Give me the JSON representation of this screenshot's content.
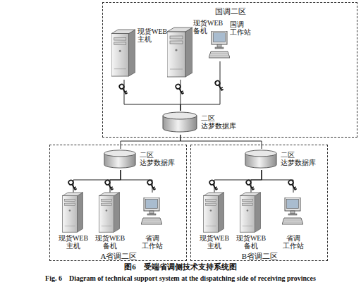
{
  "diagram": {
    "caption": "图6　受端省调侧技术支持系统图",
    "nodes": [
      {
        "text": [
          "国调二区"
        ]
      },
      {
        "text": [
          "现货WEB 主机"
        ],
        "in": 0
      },
      {
        "text": [
          "现货WEB 备机"
        ],
        "in": 0
      },
      {
        "text": [
          "国调 工作站"
        ],
        "in": 0
      },
      {
        "text": [
          "二区 达梦数据库"
        ],
        "in": 0
      },
      {
        "text": [
          "A省调二区"
        ]
      },
      {
        "text": [
          "二区 达梦数据库"
        ],
        "in": 5
      },
      {
        "text": [
          "现货WEB 主机"
        ],
        "in": 5
      },
      {
        "text": [
          "现货WEB 备机"
        ],
        "in": 5
      },
      {
        "text": [
          "省调 工作站"
        ],
        "in": 5
      },
      {
        "text": [
          "B省调二区"
        ]
      },
      {
        "text": [
          "二区 达梦数据库"
        ],
        "in": 10
      },
      {
        "text": [
          "现货WEB 主机"
        ],
        "in": 10
      },
      {
        "text": [
          "现货WEB 备机"
        ],
        "in": 10
      },
      {
        "text": [
          "省调 工作站"
        ],
        "in": 10
      }
    ],
    "edges": [
      {
        "from": 1,
        "to": 4,
        "arrow": "none"
      },
      {
        "from": 2,
        "to": 4,
        "arrow": "none"
      },
      {
        "from": 3,
        "to": 4,
        "arrow": "none"
      },
      {
        "from": 4,
        "to": 6,
        "arrow": "none"
      },
      {
        "from": 4,
        "to": 11,
        "arrow": "none"
      },
      {
        "from": 7,
        "to": 6,
        "arrow": "none"
      },
      {
        "from": 8,
        "to": 6,
        "arrow": "none"
      },
      {
        "from": 9,
        "to": 6,
        "arrow": "none"
      },
      {
        "from": 12,
        "to": 11,
        "arrow": "none"
      },
      {
        "from": 13,
        "to": 11,
        "arrow": "none"
      },
      {
        "from": 14,
        "to": 11,
        "arrow": "none"
      }
    ],
    "labels": [
      "Fig. 6　Diagram of technical support system at the dispatching side of receiving provinces"
    ]
  }
}
